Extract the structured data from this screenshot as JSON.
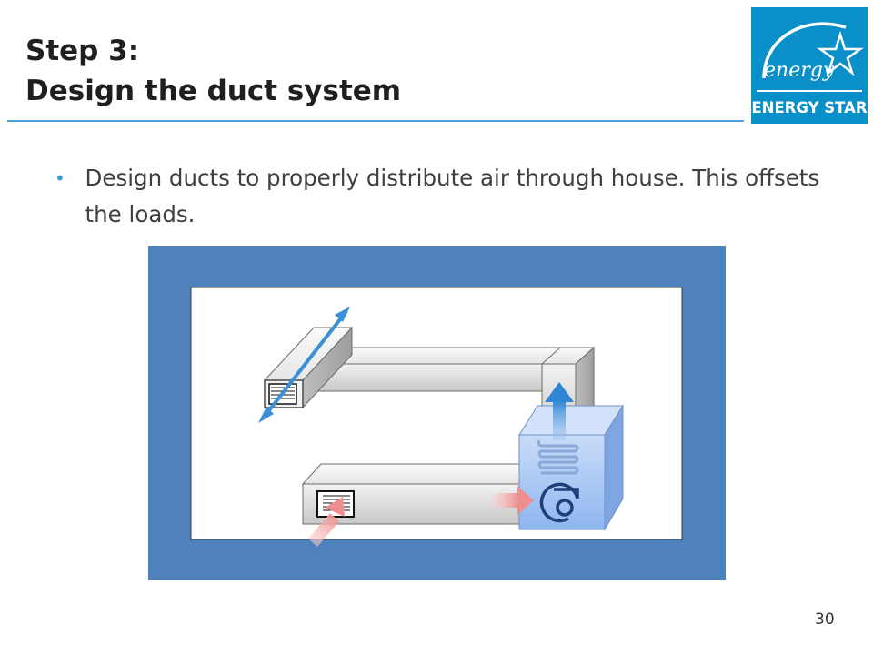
{
  "slide": {
    "title_line1": "Step 3:",
    "title_line2": "Design the duct system",
    "bullet": "Design ducts to properly distribute air through house. This offsets the loads.",
    "page_number": "30"
  },
  "logo": {
    "script_text": "energy",
    "label": "ENERGY STAR",
    "color": "#0a8fc9"
  },
  "diagram": {
    "frame_color": "#4f81bd",
    "duct_color": "#d6d6d6",
    "supply_arrow_color": "#3a8fd6",
    "return_arrow_color": "#f2a0a0",
    "unit_color": "#a9c8f5"
  }
}
